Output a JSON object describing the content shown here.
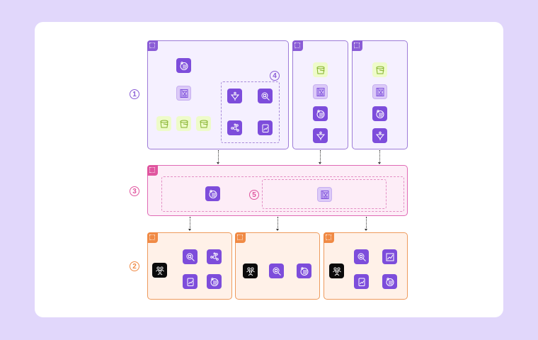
{
  "diagram": {
    "background_color": "#e1d7fb",
    "card_color": "#ffffff",
    "colors": {
      "purple": "#8a5cd6",
      "pink": "#e0559f",
      "orange": "#f08a45",
      "icon_fill": "#7d4ddb",
      "bucket_green": "#84b22c"
    },
    "labels": {
      "row1": "1",
      "row2": "2",
      "row3": "3",
      "group4": "4",
      "group5": "5"
    },
    "row1_boxes": [
      {
        "icons": [
          "analytics-list-icon",
          "glue-catalog-icon",
          "bucket-icon",
          "bucket-icon",
          "bucket-icon"
        ],
        "group4_icons": [
          "funnel-icon",
          "search-inspect-icon",
          "graph-network-icon",
          "document-chart-icon"
        ]
      },
      {
        "icons": [
          "bucket-icon",
          "glue-catalog-icon",
          "analytics-list-icon",
          "funnel-icon"
        ]
      },
      {
        "icons": [
          "bucket-icon",
          "glue-catalog-icon",
          "analytics-list-icon",
          "funnel-icon"
        ]
      }
    ],
    "row3_box": {
      "icons": [
        "analytics-list-icon"
      ],
      "group5_icons": [
        "glue-catalog-icon"
      ]
    },
    "row2_boxes": [
      {
        "icons": [
          "users-group-icon",
          "search-inspect-icon",
          "graph-network-icon",
          "document-chart-icon",
          "analytics-list-icon"
        ]
      },
      {
        "icons": [
          "users-group-icon",
          "search-inspect-icon",
          "analytics-list-icon"
        ]
      },
      {
        "icons": [
          "users-group-icon",
          "search-inspect-icon",
          "dashboard-chart-icon",
          "document-chart-icon",
          "analytics-list-icon"
        ]
      }
    ]
  }
}
